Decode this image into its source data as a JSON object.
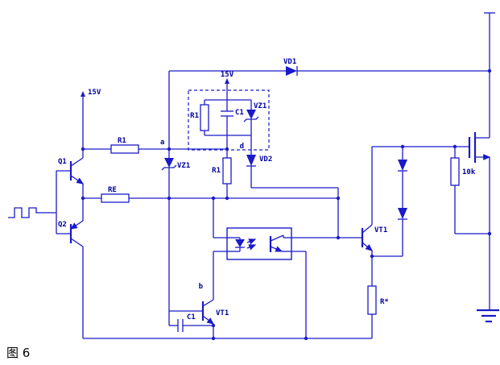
{
  "figure": {
    "caption": "图 6"
  },
  "colors": {
    "wire": "#1a1ac8",
    "label": "#0000a0",
    "caption": "#000000"
  },
  "labels": {
    "v15_left": "15V",
    "v15_center": "15V",
    "vd1": "VD1",
    "vd2": "VD2",
    "vz1_left": "VZ1",
    "vz1_box": "VZ1",
    "r1_left": "R1",
    "r1_box": "R1",
    "r1_mid": "R1",
    "c1_box": "C1",
    "c1_bottom": "C1",
    "re": "RE",
    "q1": "Q1",
    "q2": "Q2",
    "vt1_right": "VT1",
    "vt1_bottom": "VT1",
    "r_star": "R*",
    "r_10k": "10k",
    "node_a": "a",
    "node_b": "b",
    "node_d": "d"
  }
}
